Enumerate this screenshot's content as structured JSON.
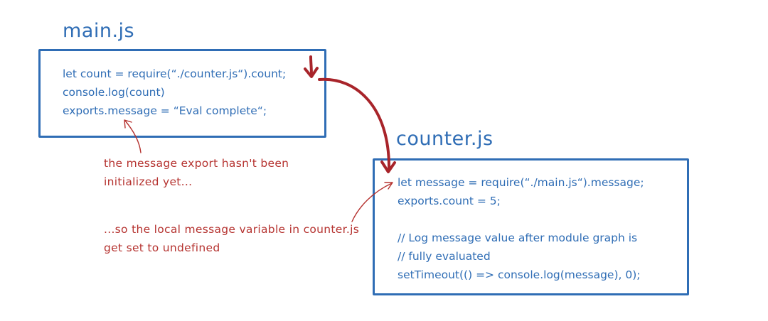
{
  "main_module": {
    "title": "main.js",
    "code": [
      "let count = require(“./counter.js“).count;",
      "console.log(count)",
      "exports.message = “Eval complete“;"
    ]
  },
  "counter_module": {
    "title": "counter.js",
    "code": [
      "let message = require(“./main.js“).message;",
      "exports.count = 5;",
      "",
      "// Log message value after module graph is",
      "// fully evaluated",
      "setTimeout(() => console.log(message), 0);"
    ]
  },
  "annotations": {
    "note_1": [
      "the message export hasn't been",
      "initialized yet..."
    ],
    "note_2": [
      "...so the local message variable in counter.js",
      "get set to undefined"
    ]
  },
  "colors": {
    "code_blue": "#2f6db5",
    "annotation_red": "#b5322f",
    "arrow_dark_red": "#a8242a"
  }
}
